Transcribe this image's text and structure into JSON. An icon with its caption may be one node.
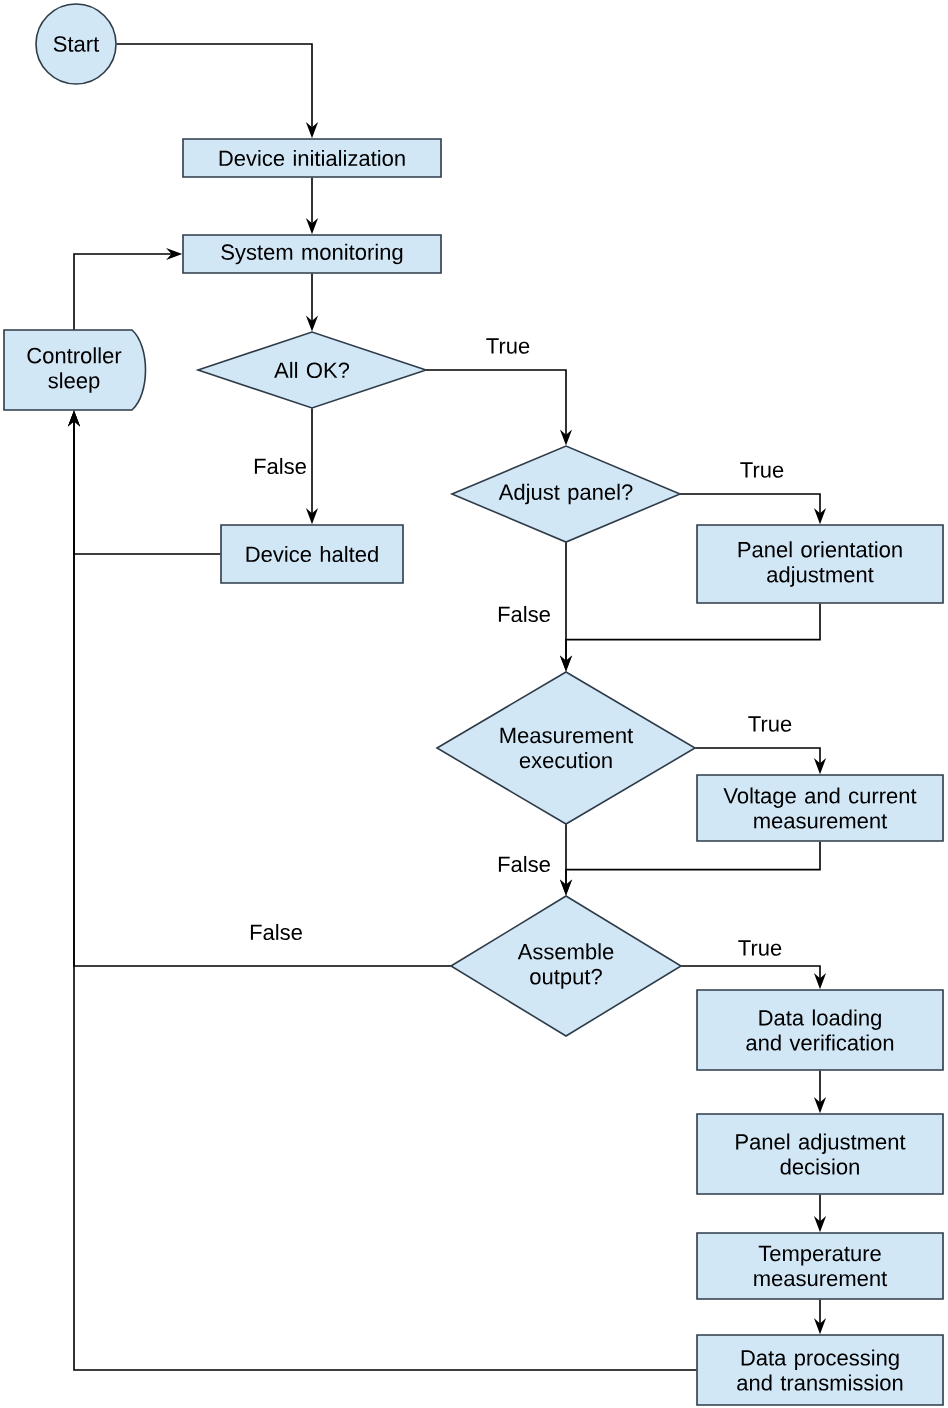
{
  "diagram": {
    "nodes": [
      {
        "text": [
          "Start"
        ]
      },
      {
        "text": [
          "Device initialization"
        ]
      },
      {
        "text": [
          "System monitoring"
        ]
      },
      {
        "text": [
          "Controller sleep"
        ]
      },
      {
        "text": [
          "All OK?"
        ]
      },
      {
        "text": [
          "Adjust panel?"
        ]
      },
      {
        "text": [
          "Device halted"
        ]
      },
      {
        "text": [
          "Panel orientation adjustment"
        ]
      },
      {
        "text": [
          "Measurement execution"
        ]
      },
      {
        "text": [
          "Voltage and current measurement"
        ]
      },
      {
        "text": [
          "Assemble output?"
        ]
      },
      {
        "text": [
          "Data loading and verification"
        ]
      },
      {
        "text": [
          "Panel adjustment decision"
        ]
      },
      {
        "text": [
          "Temperature measurement"
        ]
      },
      {
        "text": [
          "Data processing and transmission"
        ]
      }
    ],
    "edges": [
      {
        "from": 0,
        "to": 1,
        "arrow": "to"
      },
      {
        "from": 1,
        "to": 2,
        "arrow": "to"
      },
      {
        "from": 2,
        "to": 4,
        "arrow": "to"
      },
      {
        "from": 3,
        "to": 2,
        "arrow": "to"
      },
      {
        "from": 4,
        "to": 5,
        "arrow": "to",
        "label": "True"
      },
      {
        "from": 4,
        "to": 6,
        "arrow": "to",
        "label": "False"
      },
      {
        "from": 6,
        "to": 3,
        "arrow": "to"
      },
      {
        "from": 5,
        "to": 7,
        "arrow": "to",
        "label": "True"
      },
      {
        "from": 5,
        "to": 8,
        "arrow": "to",
        "label": "False"
      },
      {
        "from": 7,
        "to": 8,
        "arrow": "to"
      },
      {
        "from": 8,
        "to": 9,
        "arrow": "to",
        "label": "True"
      },
      {
        "from": 8,
        "to": 10,
        "arrow": "to",
        "label": "False"
      },
      {
        "from": 9,
        "to": 10,
        "arrow": "to"
      },
      {
        "from": 10,
        "to": 11,
        "arrow": "to",
        "label": "True"
      },
      {
        "from": 10,
        "to": 3,
        "arrow": "to",
        "label": "False"
      },
      {
        "from": 11,
        "to": 12,
        "arrow": "to"
      },
      {
        "from": 12,
        "to": 13,
        "arrow": "to"
      },
      {
        "from": 13,
        "to": 14,
        "arrow": "to"
      },
      {
        "from": 14,
        "to": 3,
        "arrow": "to"
      }
    ]
  }
}
